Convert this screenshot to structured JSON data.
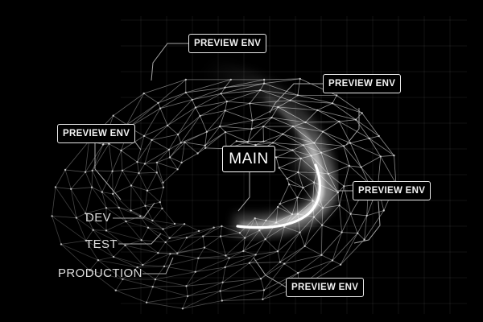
{
  "center": {
    "label": "MAIN"
  },
  "previews": [
    {
      "label": "PREVIEW ENV"
    },
    {
      "label": "PREVIEW ENV"
    },
    {
      "label": "PREVIEW ENV"
    },
    {
      "label": "PREVIEW ENV"
    },
    {
      "label": "PREVIEW ENV"
    }
  ],
  "stages": [
    {
      "label": "DEV"
    },
    {
      "label": "TEST"
    },
    {
      "label": "PRODUCTION"
    }
  ],
  "colors": {
    "background": "#000000",
    "line": "#bdbdbd",
    "glow": "#ffffff"
  }
}
